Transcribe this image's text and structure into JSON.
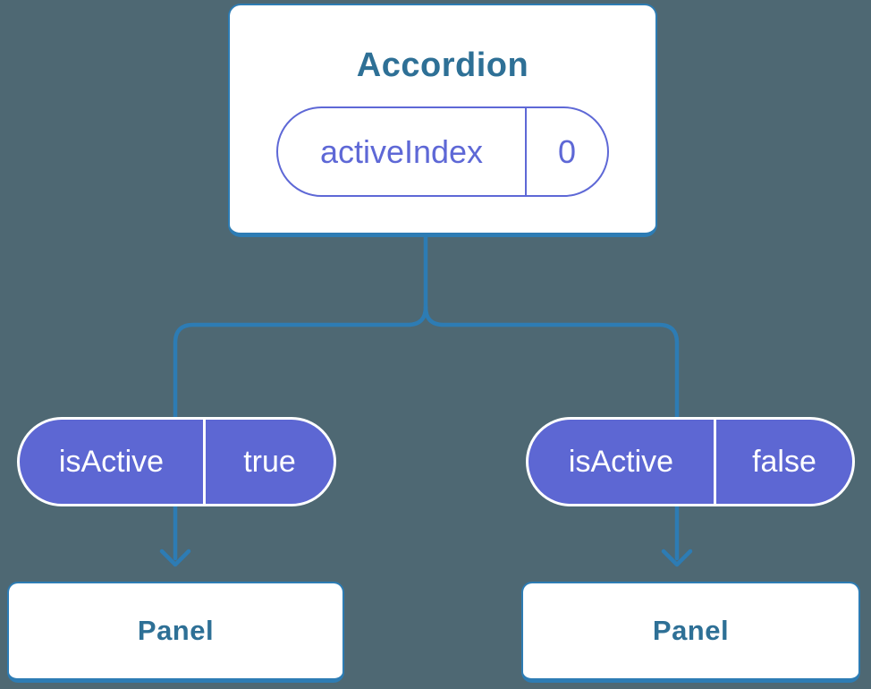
{
  "colors": {
    "background": "#4E6873",
    "connector_blue": "#2D7CB4",
    "heading_blue": "#2E7096",
    "pill_purple_fill": "#5D67D3",
    "pill_purple_outline": "#5E68D6",
    "card_white": "#FFFFFF"
  },
  "accordion": {
    "title": "Accordion",
    "state_pill": {
      "name": "activeIndex",
      "value": "0"
    }
  },
  "branches": [
    {
      "prop_pill": {
        "name": "isActive",
        "value": "true"
      },
      "panel_label": "Panel"
    },
    {
      "prop_pill": {
        "name": "isActive",
        "value": "false"
      },
      "panel_label": "Panel"
    }
  ]
}
